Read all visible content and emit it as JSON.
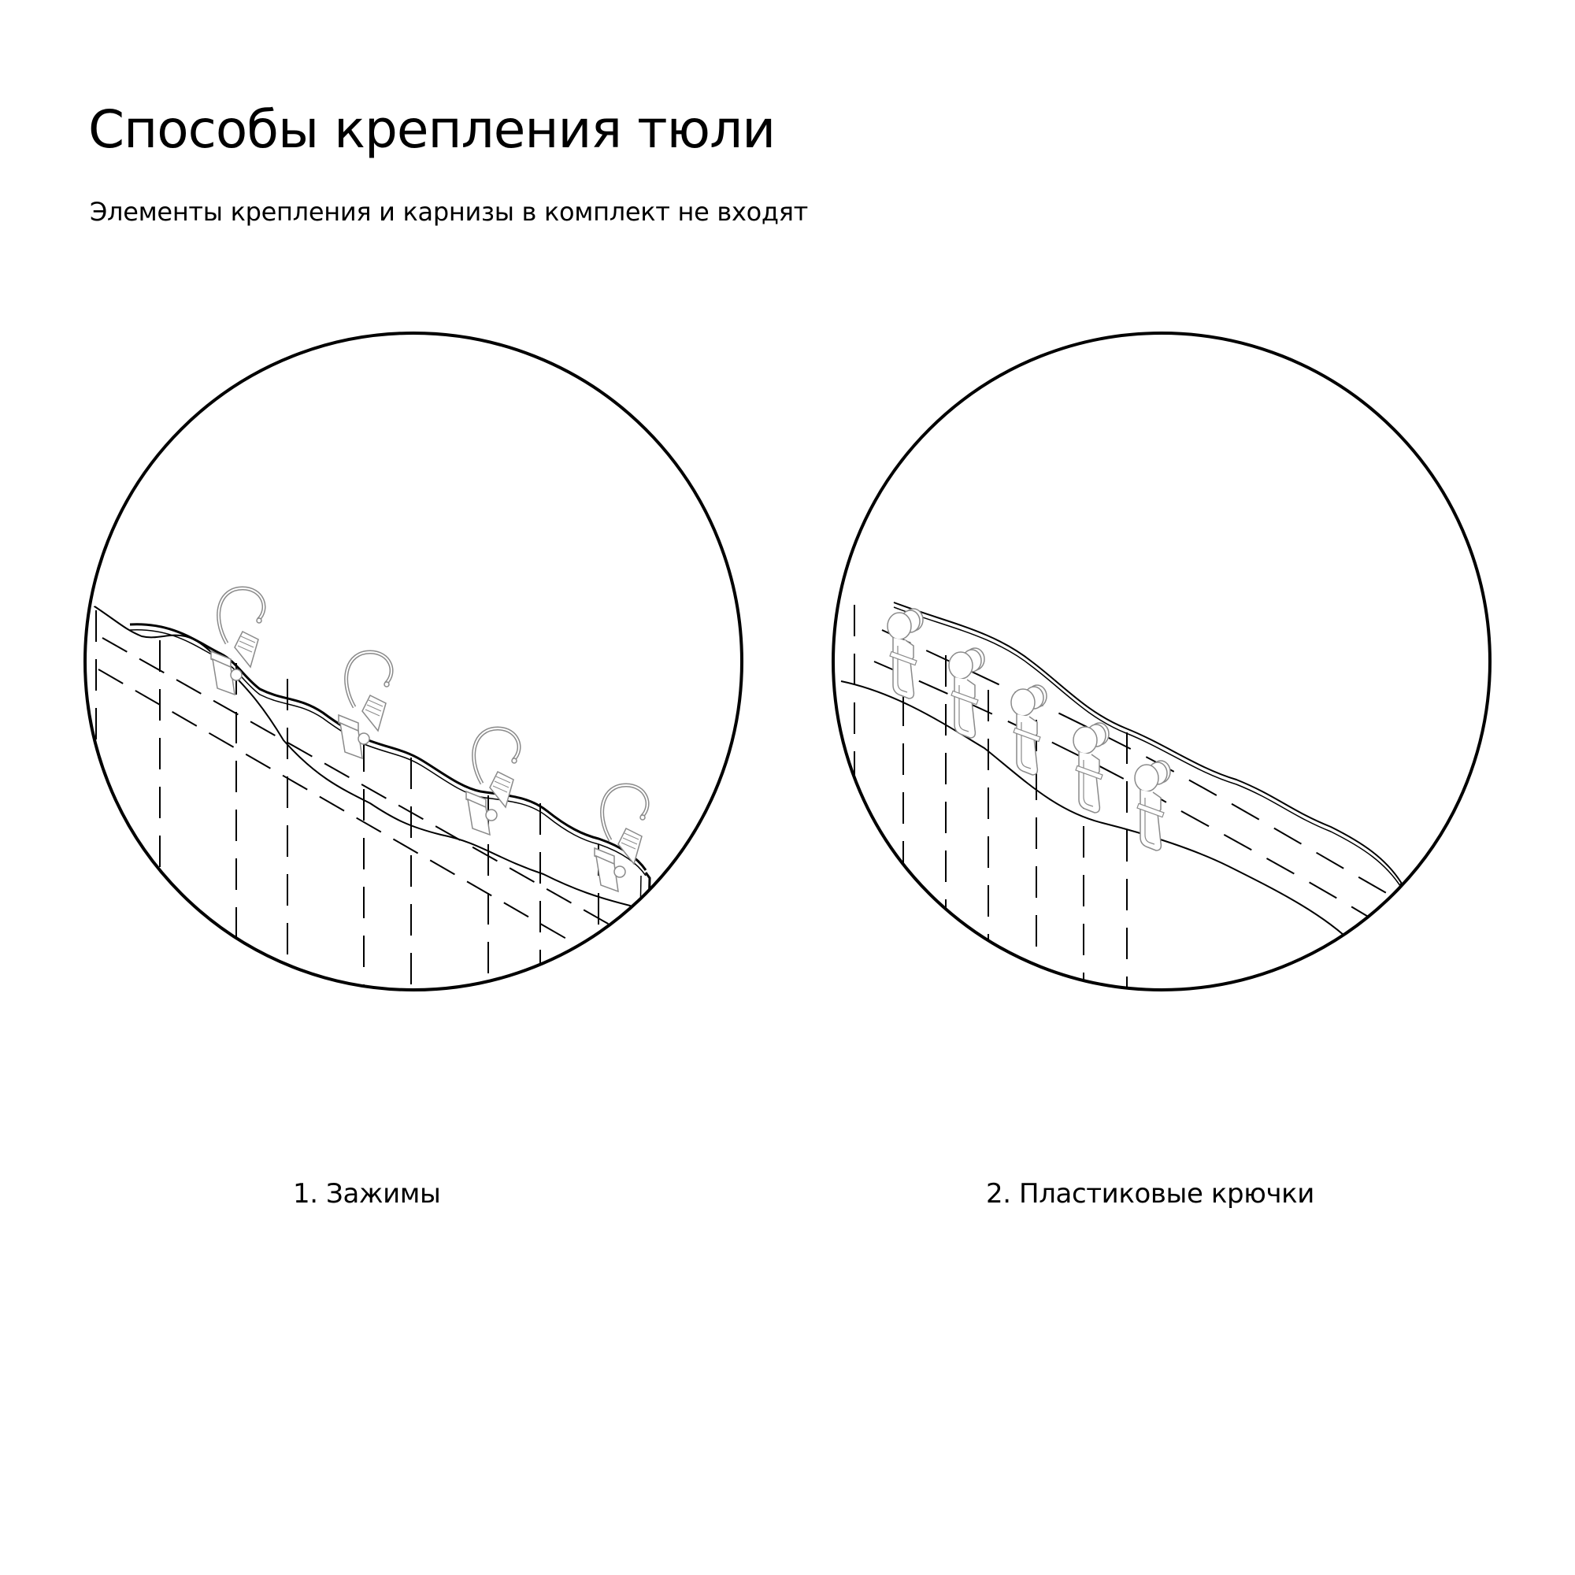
{
  "header": {
    "title": "Способы крепления тюли",
    "subtitle": "Элементы крепления и карнизы в комплект не входят"
  },
  "panels": [
    {
      "caption": "1. Зажимы",
      "illustration": "clip-rings-on-curtain",
      "fastener_count": 4
    },
    {
      "caption": "2. Пластиковые крючки",
      "illustration": "plastic-hooks-on-curtain",
      "fastener_count": 5
    }
  ],
  "colors": {
    "background": "#ffffff",
    "line": "#000000",
    "fastener_line": "#8a8a8a"
  }
}
